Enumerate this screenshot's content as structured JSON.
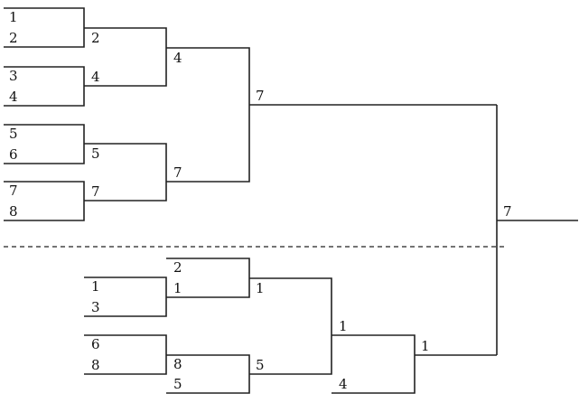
{
  "upper": {
    "round1": [
      {
        "a": "1",
        "b": "2"
      },
      {
        "a": "3",
        "b": "4"
      },
      {
        "a": "5",
        "b": "6"
      },
      {
        "a": "7",
        "b": "8"
      }
    ],
    "round2": [
      "2",
      "4",
      "5",
      "7"
    ],
    "round3": [
      "4",
      "7"
    ],
    "winner": "7"
  },
  "lower": {
    "round1": [
      {
        "a": "1",
        "b": "3"
      },
      {
        "a": "6",
        "b": "8"
      }
    ],
    "round2": [
      {
        "a": "2",
        "b": "1"
      },
      {
        "a": "8",
        "b": "5"
      }
    ],
    "round3": [
      "1",
      "5"
    ],
    "round4": {
      "a": "1",
      "b": "4"
    },
    "winner": "1"
  },
  "champion": "7"
}
